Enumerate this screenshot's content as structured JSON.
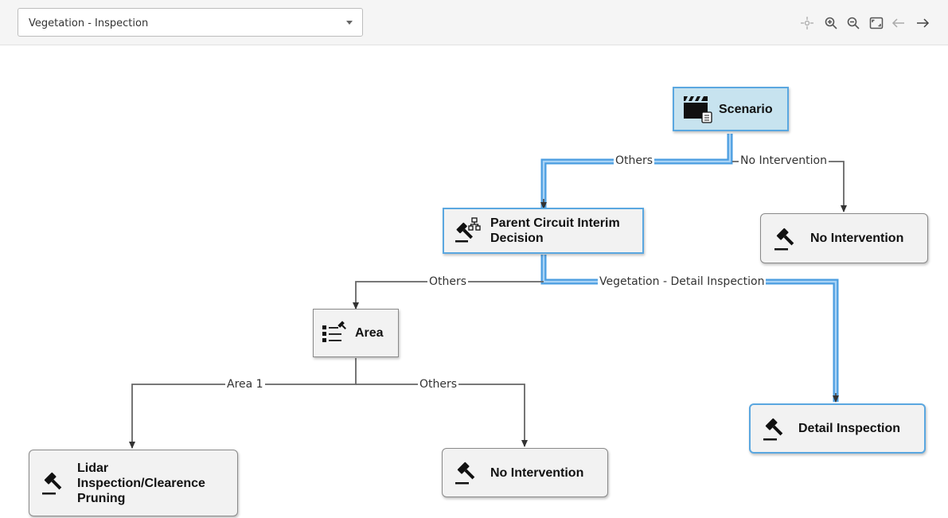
{
  "toolbar": {
    "scenario_select": {
      "value": "Vegetation - Inspection"
    },
    "tools": [
      "center-icon",
      "zoom-in-icon",
      "zoom-out-icon",
      "fit-screen-icon",
      "back-arrow-icon",
      "forward-arrow-icon"
    ]
  },
  "nodes": {
    "scenario": {
      "label": "Scenario",
      "icon": "clapperboard-icon"
    },
    "parent_circuit": {
      "label": "Parent Circuit Interim Decision",
      "icon": "gavel-hierarchy-icon"
    },
    "no_intervention_top": {
      "label": "No Intervention",
      "icon": "gavel-icon"
    },
    "area": {
      "label": "Area",
      "icon": "list-gavel-icon"
    },
    "detail_inspection": {
      "label": "Detail Inspection",
      "icon": "gavel-icon"
    },
    "lidar": {
      "label": "Lidar Inspection/Clearence Pruning",
      "icon": "gavel-icon"
    },
    "no_intervention_bottom": {
      "label": "No Intervention",
      "icon": "gavel-icon"
    }
  },
  "edges": {
    "scenario_others": "Others",
    "scenario_no_intervention": "No Intervention",
    "parent_others": "Others",
    "parent_vegetation": "Vegetation - Detail Inspection",
    "area_area1": "Area 1",
    "area_others": "Others"
  },
  "colors": {
    "highlight": "#4a9de0",
    "highlight_light": "#a9d3f5",
    "node_bg": "#f2f2f2",
    "scenario_bg": "#c7e3ef"
  }
}
